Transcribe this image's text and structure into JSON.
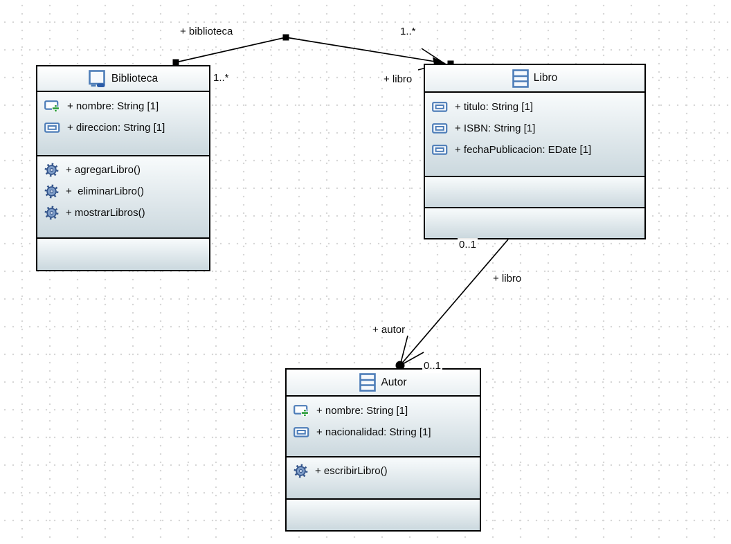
{
  "diagram": {
    "type": "uml-class-diagram",
    "colors": {
      "icon_blue": "#4d7db8",
      "badge_blue": "#2b5ca8",
      "gear_fill": "#7d9cc7",
      "gear_outline": "#34558b",
      "plus_green": "#2f9e3f",
      "box_gradient_top": "#f8fbfc",
      "box_gradient_bottom": "#cbd8de",
      "edge_color": "#000000",
      "grid_dot_color": "#d7d7d7"
    },
    "classes": [
      {
        "name": "Biblioteca",
        "header_icon": "uml-class-badged-icon",
        "attributes": [
          {
            "icon": "property-add-icon",
            "label": "+ nombre: String [1]"
          },
          {
            "icon": "property-icon",
            "label": "+ direccion: String [1]"
          }
        ],
        "operations": [
          {
            "icon": "operation-gear-icon",
            "label": "+ agregarLibro()"
          },
          {
            "icon": "operation-gear-icon",
            "label": "+  eliminarLibro()"
          },
          {
            "icon": "operation-gear-icon",
            "label": "+ mostrarLibros()"
          }
        ]
      },
      {
        "name": "Libro",
        "header_icon": "uml-class-icon",
        "attributes": [
          {
            "icon": "property-icon",
            "label": "+ titulo: String [1]"
          },
          {
            "icon": "property-icon",
            "label": "+ ISBN: String [1]"
          },
          {
            "icon": "property-icon",
            "label": "+ fechaPublicacion: EDate [1]"
          }
        ],
        "operations": []
      },
      {
        "name": "Autor",
        "header_icon": "uml-class-icon",
        "attributes": [
          {
            "icon": "property-add-icon",
            "label": "+ nombre: String [1]"
          },
          {
            "icon": "property-icon",
            "label": "+ nacionalidad: String [1]"
          }
        ],
        "operations": [
          {
            "icon": "operation-gear-icon",
            "label": "+ escribirLibro()"
          }
        ]
      }
    ],
    "associations": [
      {
        "from": "Biblioteca",
        "to": "Libro",
        "role_source": "+ biblioteca",
        "mult_source": "1..*",
        "role_target": "+ libro",
        "mult_target": "1..*"
      },
      {
        "from": "Libro",
        "to": "Autor",
        "role_source": "+ libro",
        "mult_source": "0..1",
        "role_target": "+ autor",
        "mult_target": "0..1"
      }
    ]
  }
}
